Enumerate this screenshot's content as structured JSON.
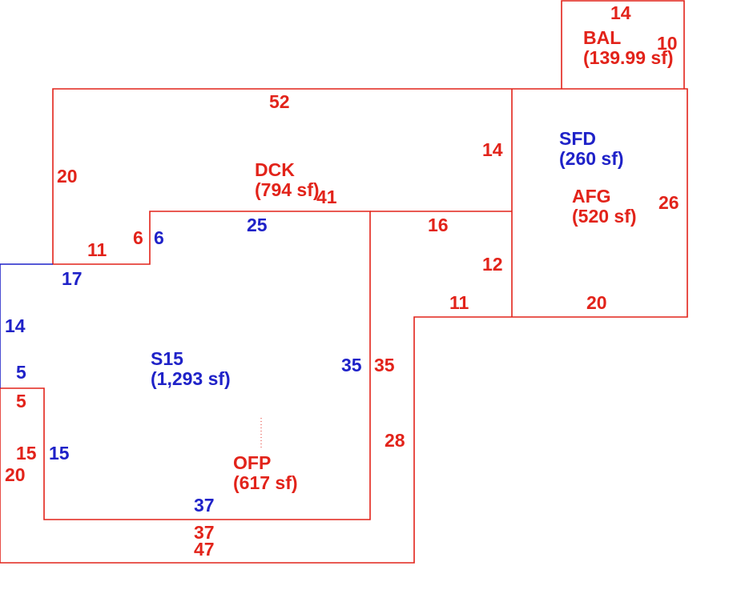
{
  "colors": {
    "red": "#e2231a",
    "blue": "#1f22c8"
  },
  "areas": {
    "bal": {
      "code": "BAL",
      "area": "(139.99 sf)"
    },
    "sfd": {
      "code": "SFD",
      "area": "(260 sf)"
    },
    "afg": {
      "code": "AFG",
      "area": "(520 sf)"
    },
    "dck": {
      "code": "DCK",
      "area": "(794 sf)"
    },
    "s15": {
      "code": "S15",
      "area": "(1,293 sf)"
    },
    "ofp": {
      "code": "OFP",
      "area": "(617 sf)"
    }
  },
  "dims": {
    "bal_top": "14",
    "bal_right": "10",
    "dck_top": "52",
    "dck_left": "20",
    "dck_inner": "41",
    "step_11": "11",
    "step_6_red": "6",
    "step_6_blue": "6",
    "s15_top": "25",
    "s15_17": "17",
    "s15_14": "14",
    "s15_5_blue": "5",
    "s15_right": "35",
    "s15_15": "15",
    "s15_bottom": "37",
    "sfd_14": "14",
    "afg_16": "16",
    "afg_12": "12",
    "afg_11": "11",
    "afg_20": "20",
    "afg_26": "26",
    "ofp_35": "35",
    "ofp_28": "28",
    "ofp_5": "5",
    "ofp_15": "15",
    "ofp_20": "20",
    "ofp_37": "37",
    "ofp_47": "47"
  }
}
